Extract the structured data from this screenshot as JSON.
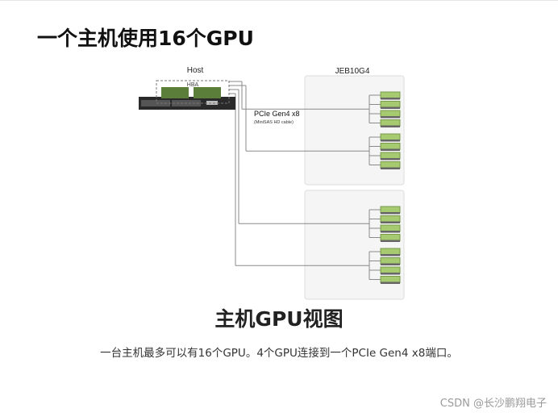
{
  "page": {
    "title": "一个主机使用16个GPU",
    "caption": "主机GPU视图",
    "description": "一台主机最多可以有16个GPU。4个GPU连接到一个PCIe Gen4 x8端口。",
    "watermark": "CSDN @长沙鹏翔电子"
  },
  "diagram": {
    "host_label": "Host",
    "hba_label": "HBA",
    "expansion_label": "JEB10G4",
    "link_label": "PCIe Gen4 x8",
    "cable_label": "(MiniSAS HD cable)",
    "enclosures": [
      {
        "groups": [
          {
            "gpus": 4
          },
          {
            "gpus": 4
          }
        ]
      },
      {
        "groups": [
          {
            "gpus": 4
          },
          {
            "gpus": 4
          }
        ]
      }
    ],
    "gpu_color": "#a6ca6f",
    "line_color": "#8a8a8a",
    "enclosure_fill": "#f5f5f5",
    "enclosure_border": "#dddddd"
  }
}
